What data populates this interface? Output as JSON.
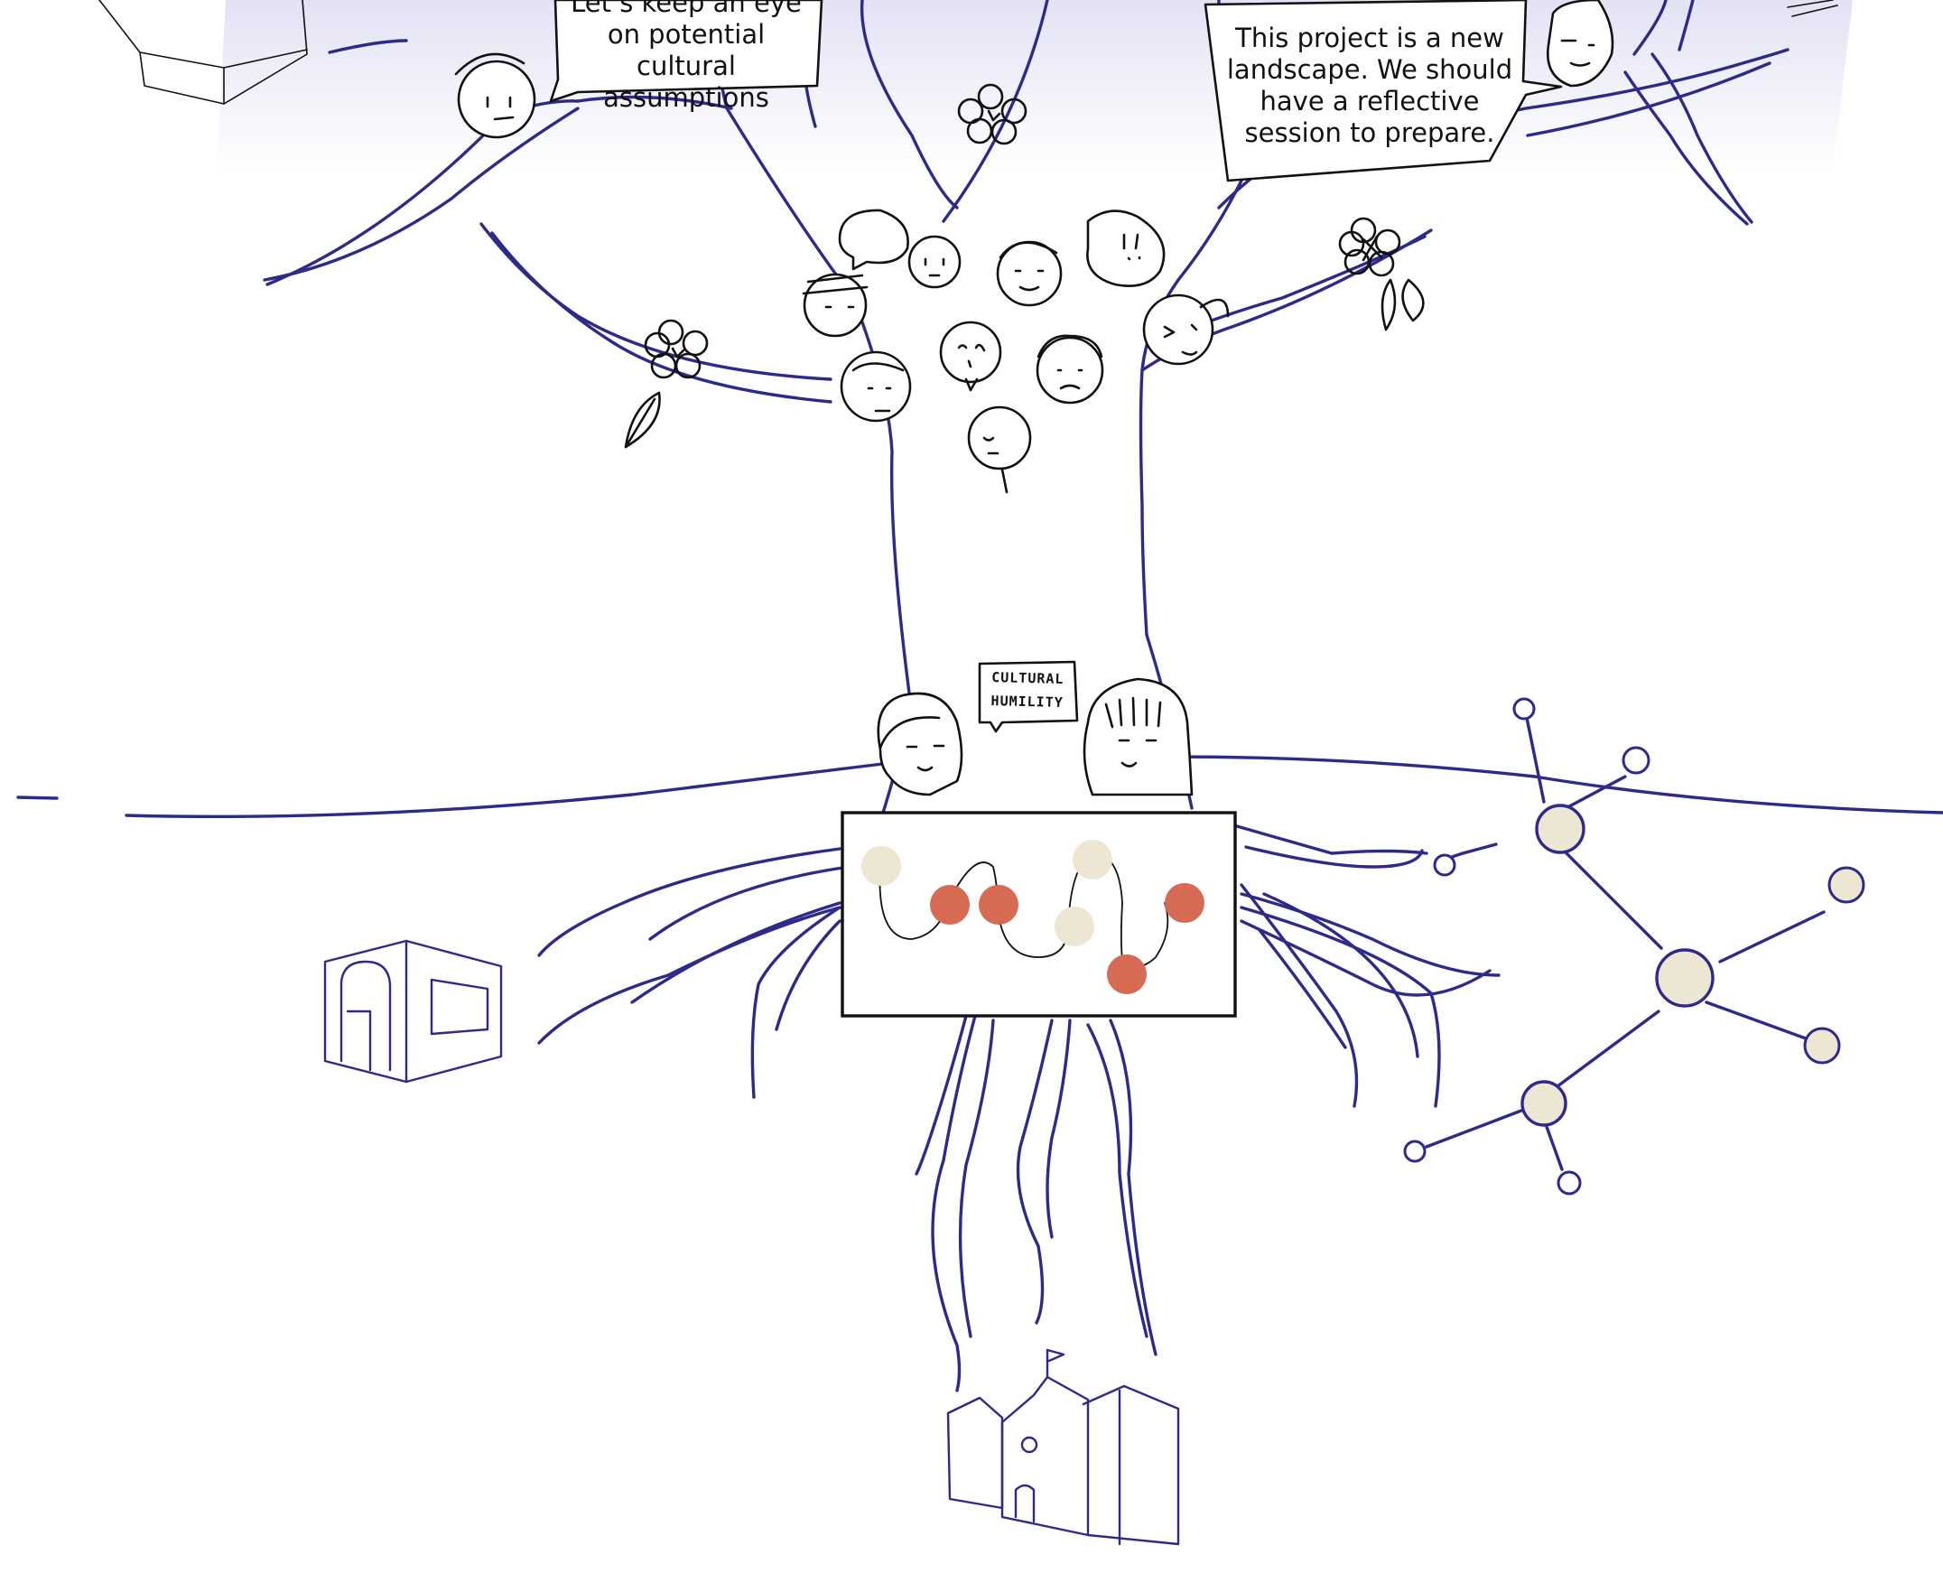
{
  "bubbles": {
    "left_quote": "Let’s keep an eye on potential cultural assumptions",
    "right_quote": "This project is a new landscape. We should have a reflective session to prepare.",
    "sign_line1": "CULTURAL",
    "sign_line2": "HUMILITY"
  },
  "colors": {
    "ink": "#2e2a8a",
    "pen": "#111111",
    "sky": "#e7e6f5",
    "dot_cream": "#ece6d2",
    "dot_red": "#d66a52"
  },
  "icons": [
    "tree",
    "roots",
    "faces-cluster",
    "flower",
    "leaf",
    "building-small",
    "school-building",
    "network-graph",
    "whiteboard"
  ]
}
